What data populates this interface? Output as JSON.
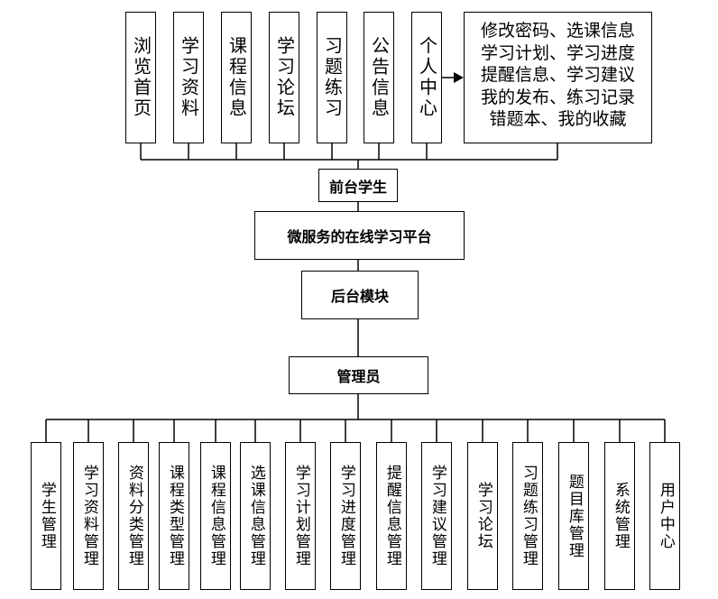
{
  "top_items": [
    "浏览首页",
    "学习资料",
    "课程信息",
    "学习论坛",
    "习题练习",
    "公告信息",
    "个人中心"
  ],
  "personal_center_detail": [
    "修改密码、选课信息",
    "学习计划、学习进度",
    "提醒信息、学习建议",
    "我的发布、练习记录",
    "错题本、我的收藏"
  ],
  "front_student": "前台学生",
  "platform": "微服务的在线学习平台",
  "backend": "后台模块",
  "admin": "管理员",
  "bottom_items": [
    "学生管理",
    "学习资料管理",
    "资料分类管理",
    "课程类型管理",
    "课程信息管理",
    "选课信息管理",
    "学习计划管理",
    "学习进度管理",
    "提醒信息管理",
    "学习建议管理",
    "学习论坛",
    "习题练习管理",
    "题目库管理",
    "系统管理",
    "用户中心"
  ]
}
